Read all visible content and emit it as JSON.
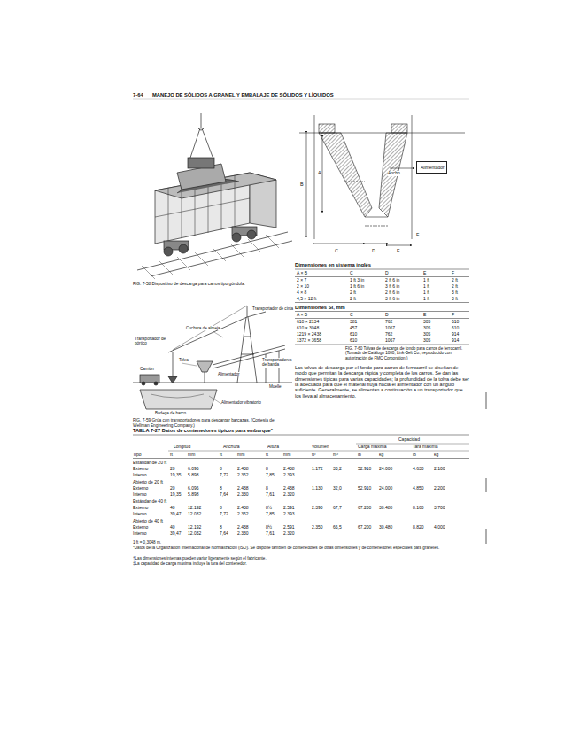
{
  "diagram": {
    "title": "MANEJO DE SÓLIDOS A GRANEL Y EMBALAJE DE SÓLIDOS Y LÍQUIDOS",
    "nodes": [
      {
        "text": [
          "Alimentador"
        ]
      }
    ],
    "labels": [
      "7-64",
      "FIG. 7-58 Dispositivo de descarga para carros tipo góndola.",
      "A",
      "B",
      "C",
      "D",
      "E",
      "F",
      "Ancho",
      "Dimensiones en sistema inglés",
      "A × B",
      "C",
      "D",
      "E",
      "F",
      "2 × 7",
      "1 ft 3 in",
      "2 ft 6 in",
      "1 ft",
      "2 ft",
      "2 × 10",
      "1 ft 6 in",
      "3 ft 6 in",
      "1 ft",
      "2 ft",
      "4 × 8",
      "2 ft",
      "2 ft 6 in",
      "1 ft",
      "3 ft",
      "4,5 × 12 ft",
      "2 ft",
      "3 ft 6 in",
      "1 ft",
      "3 ft",
      "Dimensiones SI, mm",
      "A × B",
      "C",
      "D",
      "E",
      "F",
      "610 × 2134",
      "381",
      "762",
      "305",
      "610",
      "610 × 3048",
      "457",
      "1067",
      "305",
      "610",
      "1219 × 2438",
      "610",
      "762",
      "305",
      "914",
      "1372 × 3658",
      "610",
      "1067",
      "305",
      "914",
      "FIG. 7-60 Tolvas de descarga de fondo para carros de ferrocarril. (Tomado de Catálogo 1000, Link-Belt Co.; reproducido con autorización de FMC Corporation.)",
      "Las tolvas de descarga por el fondo para carros de ferrocarril se diseñan de modo que permitan la descarga rápida y completa de los carros. Se dan las dimensiones típicas para varias capacidades; la profundidad de la tolva debe ser la adecuada para que el material fluya hacia el alimentador con un ángulo suficiente. Generalmente, se alimentan a continuación a un transportador que los lleva al almacenamiento.",
      "Transportador de cinta",
      "Cuchara de almeja",
      "Transportador de pórtico",
      "Tolva",
      "Camión",
      "Alimentador",
      "Transportadores de banda",
      "Muelle",
      "Alimentador vibratorio",
      "Bodega de barco",
      "FIG. 7-59 Grúa con transportadores para descargar barcazas. (Cortesía de Wellman Engineering Company.)",
      "TABLA 7-27 Datos de contenedores típicos para embarque*",
      "Capacidad",
      "Longitud",
      "Anchura",
      "Altura",
      "Volumen",
      "Carga máxima",
      "Tara máxima",
      "Tipo",
      "ft",
      "mm",
      "ft",
      "mm",
      "ft",
      "mm",
      "ft³",
      "m³",
      "lb",
      "kg",
      "lb",
      "kg",
      "Estándar de 20 ft",
      "Externo",
      "20",
      "6.096",
      "8",
      "2.438",
      "8",
      "2.438",
      "1.172",
      "33,2",
      "52.910",
      "24.000",
      "4.630",
      "2.100",
      "Interno",
      "19,35",
      "5.898",
      "7,72",
      "2.352",
      "7,85",
      "2.393",
      "Abierto de 20 ft",
      "Externo",
      "20",
      "6.096",
      "8",
      "2.438",
      "8",
      "2.438",
      "1.130",
      "32,0",
      "52.910",
      "24.000",
      "4.850",
      "2.200",
      "Interno",
      "19,35",
      "5.898",
      "7,64",
      "2.330",
      "7,61",
      "2.320",
      "Estándar de 40 ft",
      "Externo",
      "40",
      "12.192",
      "8",
      "2.438",
      "8½",
      "2.591",
      "2.390",
      "67,7",
      "67.200",
      "30.480",
      "8.160",
      "3.700",
      "Interno",
      "39,47",
      "12.032",
      "7,72",
      "2.352",
      "7,85",
      "2.393",
      "Abierto de 40 ft",
      "Externo",
      "40",
      "12.192",
      "8",
      "2.438",
      "8½",
      "2.591",
      "2.350",
      "66,5",
      "67.200",
      "30.480",
      "8.820",
      "4.000",
      "Interno",
      "39,47",
      "12.032",
      "7,64",
      "2.330",
      "7,61",
      "2.320",
      "1 ft = 0,3048 m.",
      "*Datos de la Organización Internacional de Normalización (ISO). Se dispone también de contenedores de otras dimensiones y de contenedores especiales para graneles.",
      "†Las dimensiones internas pueden variar ligeramente según el fabricante.",
      "‡La capacidad de carga máxima incluye la tara del contenedor."
    ]
  }
}
